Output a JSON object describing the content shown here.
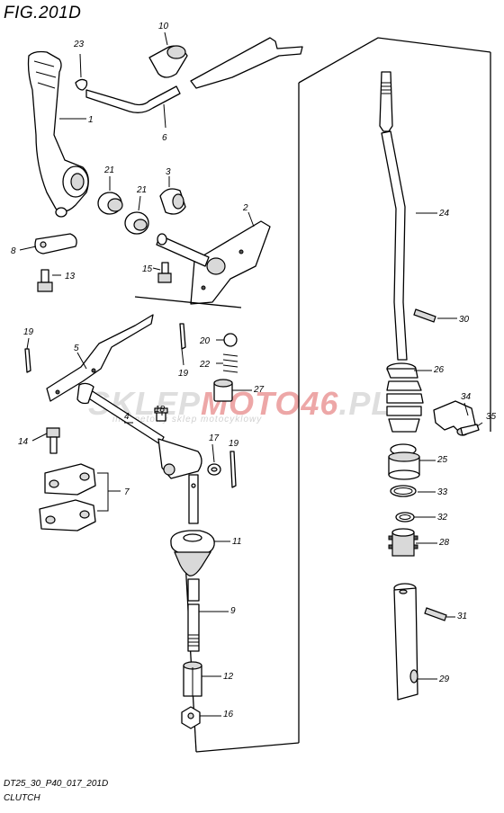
{
  "figure": {
    "title": "FIG.201D",
    "footer_code": "DT25_30_P40_017_201D",
    "footer_subtitle": "CLUTCH"
  },
  "watermark": {
    "main_prefix": "SKLEP",
    "main_accent": "MOTO46",
    "main_suffix": ".PL",
    "subtitle": "internetowy sklep motocyklowy",
    "accent_color": "#d73c3c"
  },
  "callouts": [
    {
      "id": "1",
      "label": "1"
    },
    {
      "id": "2",
      "label": "2"
    },
    {
      "id": "3",
      "label": "3"
    },
    {
      "id": "4",
      "label": "4"
    },
    {
      "id": "5",
      "label": "5"
    },
    {
      "id": "6",
      "label": "6"
    },
    {
      "id": "7",
      "label": "7"
    },
    {
      "id": "8",
      "label": "8"
    },
    {
      "id": "9",
      "label": "9"
    },
    {
      "id": "10",
      "label": "10"
    },
    {
      "id": "11",
      "label": "11"
    },
    {
      "id": "12",
      "label": "12"
    },
    {
      "id": "13",
      "label": "13"
    },
    {
      "id": "14",
      "label": "14"
    },
    {
      "id": "15",
      "label": "15"
    },
    {
      "id": "16",
      "label": "16"
    },
    {
      "id": "17",
      "label": "17"
    },
    {
      "id": "18",
      "label": "18"
    },
    {
      "id": "19a",
      "label": "19"
    },
    {
      "id": "19b",
      "label": "19"
    },
    {
      "id": "19c",
      "label": "19"
    },
    {
      "id": "20",
      "label": "20"
    },
    {
      "id": "21a",
      "label": "21"
    },
    {
      "id": "21b",
      "label": "21"
    },
    {
      "id": "22",
      "label": "22"
    },
    {
      "id": "23",
      "label": "23"
    },
    {
      "id": "24",
      "label": "24"
    },
    {
      "id": "25",
      "label": "25"
    },
    {
      "id": "26",
      "label": "26"
    },
    {
      "id": "27",
      "label": "27"
    },
    {
      "id": "28",
      "label": "28"
    },
    {
      "id": "29",
      "label": "29"
    },
    {
      "id": "30",
      "label": "30"
    },
    {
      "id": "31",
      "label": "31"
    },
    {
      "id": "32",
      "label": "32"
    },
    {
      "id": "33",
      "label": "33"
    },
    {
      "id": "34",
      "label": "34"
    },
    {
      "id": "35",
      "label": "35"
    }
  ]
}
